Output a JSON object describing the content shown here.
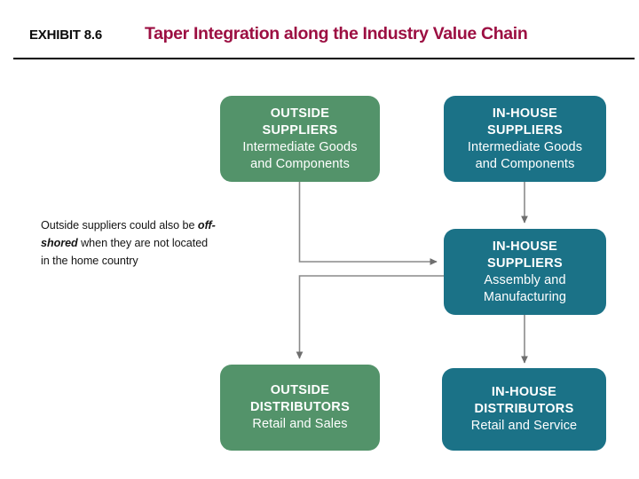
{
  "header": {
    "exhibit_label": "EXHIBIT 8.6",
    "title": "Taper Integration along the Industry Value Chain",
    "title_color": "#9c0f42",
    "rule_color": "#000000"
  },
  "colors": {
    "outside_box": "#53936a",
    "inhouse_box": "#1b7287",
    "connector": "#808080",
    "text_on_box": "#ffffff"
  },
  "diagram": {
    "type": "flow-diagram",
    "nodes": [
      {
        "id": "outside-suppliers",
        "head_line1": "OUTSIDE",
        "head_line2": "SUPPLIERS",
        "sub_line1": "Intermediate Goods",
        "sub_line2": "and Components",
        "category": "outside",
        "color": "#53936a"
      },
      {
        "id": "inhouse-suppliers",
        "head_line1": "IN-HOUSE",
        "head_line2": "SUPPLIERS",
        "sub_line1": "Intermediate Goods",
        "sub_line2": "and Components",
        "category": "in-house",
        "color": "#1b7287"
      },
      {
        "id": "inhouse-assembly",
        "head_line1": "IN-HOUSE",
        "head_line2": "SUPPLIERS",
        "sub_line1": "Assembly and",
        "sub_line2": "Manufacturing",
        "category": "in-house",
        "color": "#1b7287"
      },
      {
        "id": "outside-distributors",
        "head_line1": "OUTSIDE",
        "head_line2": "DISTRIBUTORS",
        "sub_line1": "Retail and Sales",
        "sub_line2": "",
        "category": "outside",
        "color": "#53936a"
      },
      {
        "id": "inhouse-distributors",
        "head_line1": "IN-HOUSE",
        "head_line2": "DISTRIBUTORS",
        "sub_line1": "Retail and Service",
        "sub_line2": "",
        "category": "in-house",
        "color": "#1b7287"
      }
    ],
    "edges": [
      {
        "id": "outside-suppliers-to-assembly",
        "from": "outside-suppliers",
        "to": "inhouse-assembly",
        "style": "elbow-down-right"
      },
      {
        "id": "inhouse-suppliers-to-assembly",
        "from": "inhouse-suppliers",
        "to": "inhouse-assembly",
        "style": "straight-down"
      },
      {
        "id": "assembly-to-outside-distributors",
        "from": "inhouse-assembly",
        "to": "outside-distributors",
        "style": "elbow-left-down"
      },
      {
        "id": "assembly-to-inhouse-distributors",
        "from": "inhouse-assembly",
        "to": "inhouse-distributors",
        "style": "straight-down"
      }
    ]
  },
  "annotation": {
    "text_part1": "Outside suppliers could also be ",
    "emphasis": "off-shored",
    "text_part2": " when they are not located in the home country"
  }
}
